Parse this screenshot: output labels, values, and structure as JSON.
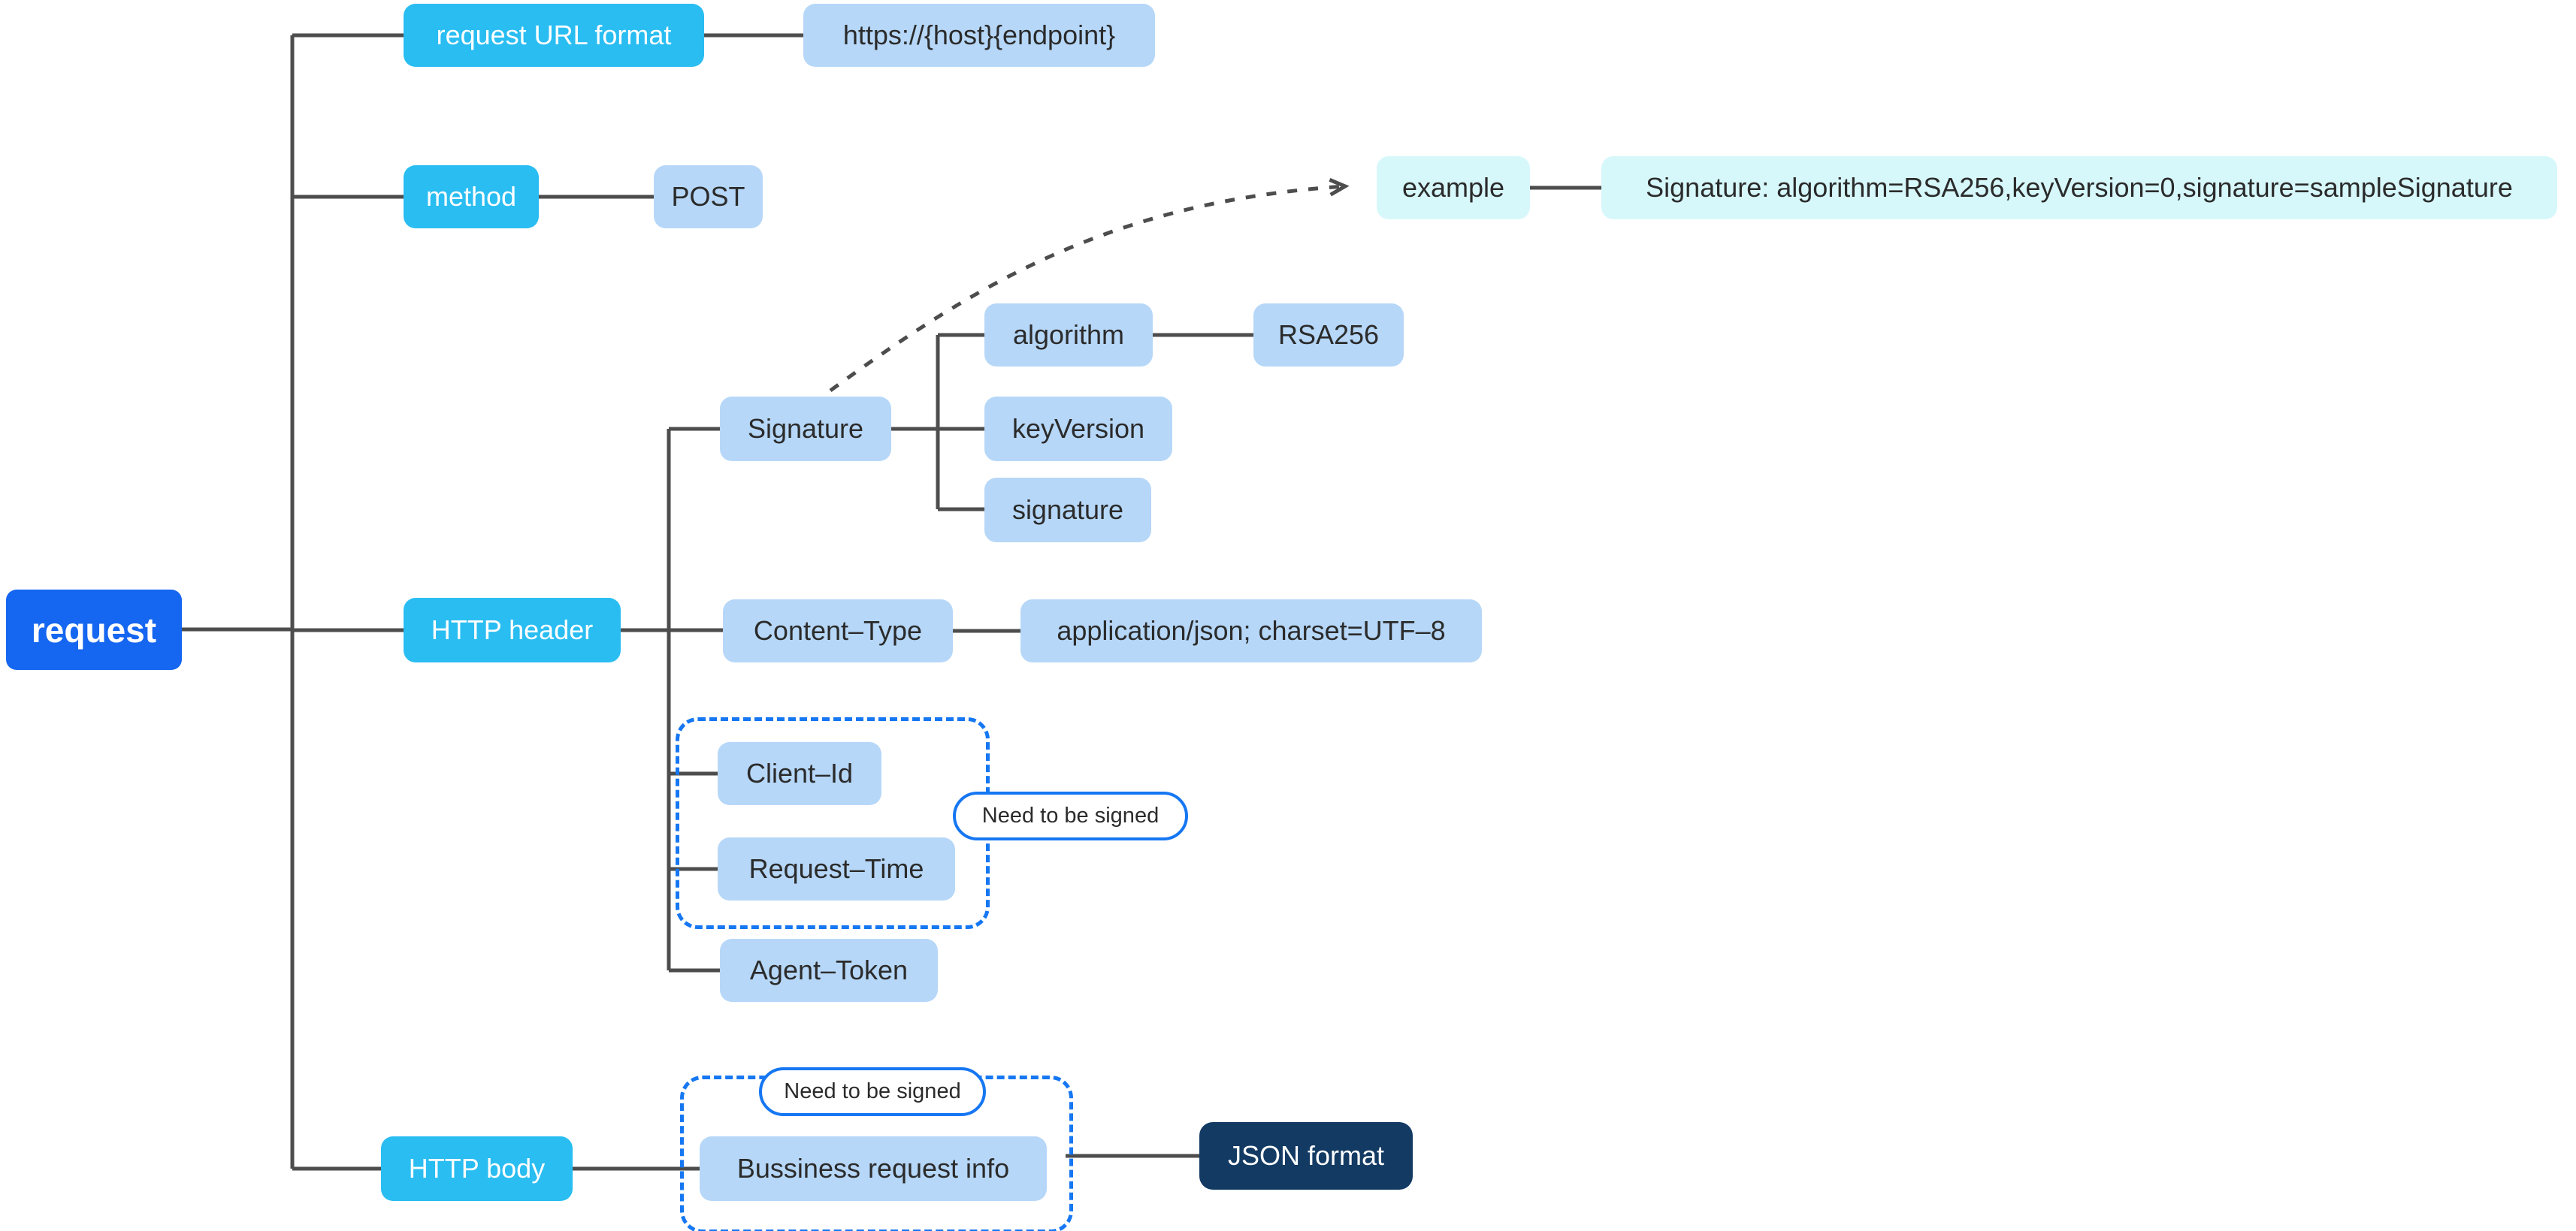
{
  "colors": {
    "root-blue": "#1566f0",
    "cyan": "#29bdf2",
    "light-blue": "#b6d7f8",
    "pale-cyan": "#d7f8fb",
    "navy": "#123a63",
    "accent-blue": "#1677f2",
    "line-gray": "#4d4d4d",
    "ink": "#2b2b2b"
  },
  "mindmap": {
    "root": {
      "label": "request"
    },
    "request_url_format": {
      "label": "request URL format",
      "value": "https://{host}{endpoint}"
    },
    "method": {
      "label": "method",
      "value": "POST"
    },
    "http_header": {
      "label": "HTTP header",
      "signature": {
        "label": "Signature",
        "algorithm": {
          "label": "algorithm",
          "value": "RSA256"
        },
        "key_version": {
          "label": "keyVersion"
        },
        "signature_param": {
          "label": "signature"
        },
        "example": {
          "label": "example",
          "value": "Signature: algorithm=RSA256,keyVersion=0,signature=sampleSignature"
        }
      },
      "content_type": {
        "label": "Content–Type",
        "value": "application/json; charset=UTF–8"
      },
      "signed_group": {
        "badge": "Need to be signed",
        "client_id": "Client–Id",
        "request_time": "Request–Time"
      },
      "agent_token": "Agent–Token"
    },
    "http_body": {
      "label": "HTTP body",
      "signed_group": {
        "badge": "Need to be signed",
        "business_info": "Bussiness request info"
      },
      "json_format": "JSON format"
    }
  }
}
